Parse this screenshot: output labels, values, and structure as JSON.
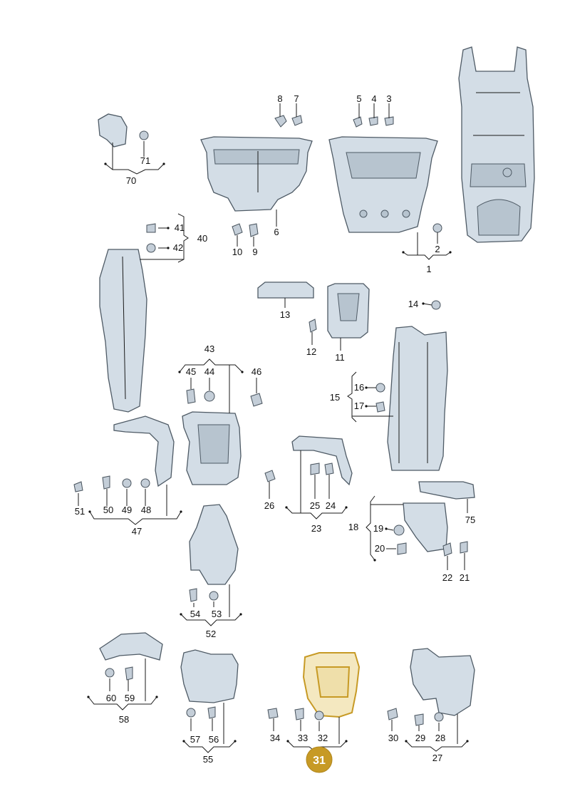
{
  "callouts": {
    "n1": "1",
    "n2": "2",
    "n3": "3",
    "n4": "4",
    "n5": "5",
    "n6": "6",
    "n7": "7",
    "n8": "8",
    "n9": "9",
    "n10": "10",
    "n11": "11",
    "n12": "12",
    "n13": "13",
    "n14": "14",
    "n15": "15",
    "n16": "16",
    "n17": "17",
    "n18": "18",
    "n19": "19",
    "n20": "20",
    "n21": "21",
    "n22": "22",
    "n23": "23",
    "n24": "24",
    "n25": "25",
    "n26": "26",
    "n27": "27",
    "n28": "28",
    "n29": "29",
    "n30": "30",
    "n31": "31",
    "n32": "32",
    "n33": "33",
    "n34": "34",
    "n40": "40",
    "n41": "41",
    "n42": "42",
    "n43": "43",
    "n44": "44",
    "n45": "45",
    "n46": "46",
    "n47": "47",
    "n48": "48",
    "n49": "49",
    "n50": "50",
    "n51": "51",
    "n52": "52",
    "n53": "53",
    "n54": "54",
    "n55": "55",
    "n56": "56",
    "n57": "57",
    "n58": "58",
    "n59": "59",
    "n60": "60",
    "n70": "70",
    "n71": "71",
    "n75": "75"
  },
  "highlighted_part": "31",
  "colors": {
    "part_fill": "#d3dde6",
    "outline": "#4e5a65",
    "highlight": "#c79a25",
    "highlight_badge": "#c79a25"
  }
}
